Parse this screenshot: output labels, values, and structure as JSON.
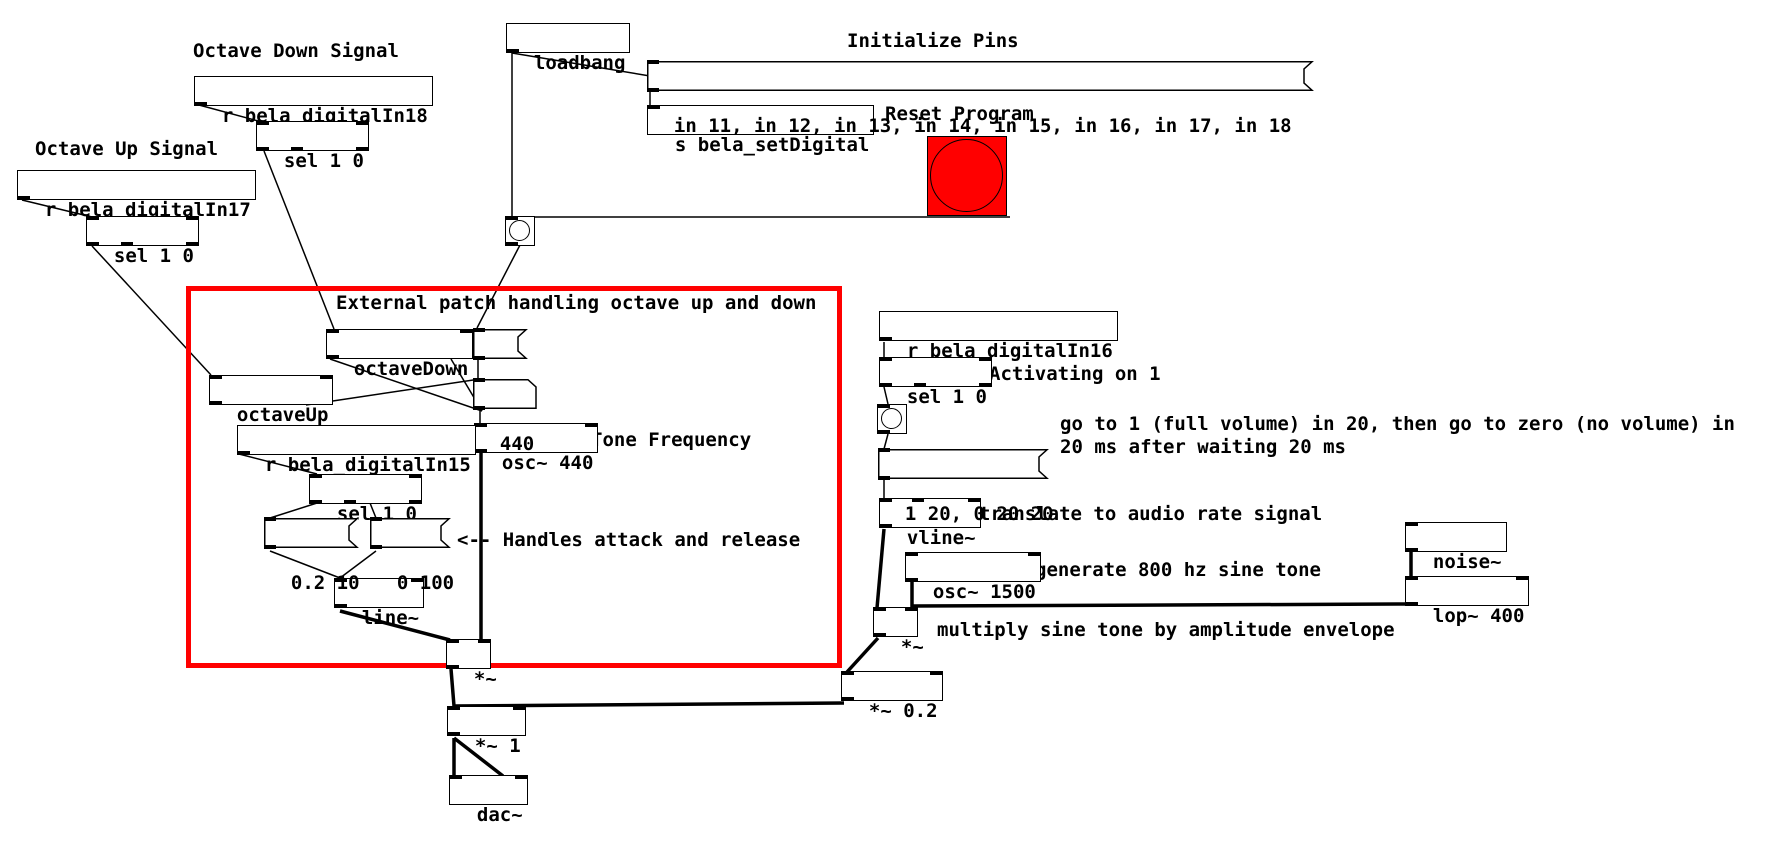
{
  "colors": {
    "highlight": "#ff0000",
    "wire": "#000000",
    "background": "#ffffff"
  },
  "comments": {
    "octave_down_signal": "Octave Down Signal",
    "octave_up_signal": "Octave Up Signal",
    "initialize_pins": "Initialize Pins",
    "reset_program": "Reset Program",
    "external_patch": "External patch handling octave up and down",
    "tone_frequency": "Tone Frequency",
    "handles_attack": "<-- Handles attack and release",
    "activating_on_1": "Activating on 1",
    "go_to_1_line1": "go to 1 (full volume) in 20, then go to zero (no volume) in",
    "go_to_1_line2": "20 ms after waiting 20 ms",
    "translate": "translate to audio rate signal",
    "generate": "generate 800 hz sine tone",
    "multiply": "multiply sine tone by amplitude envelope"
  },
  "objects": {
    "loadbang": "loadbang",
    "r_digital18": "r bela_digitalIn18",
    "sel_18": "sel 1 0",
    "r_digital17": "r bela_digitalIn17",
    "sel_17": "sel 1 0",
    "s_setdigital": "s bela_setDigital",
    "octave_down": "octaveDown",
    "octave_up": "octaveUp",
    "osc_440": "osc~ 440",
    "r_digital15": "r bela_digitalIn15",
    "sel_15": "sel 1 0",
    "line_tilde": "line~",
    "mult_inner": "*~",
    "mult_one": "*~ 1",
    "dac": "dac~",
    "r_digital16": "r bela_digitalIn16",
    "sel_16": "sel 1 0",
    "vline": "vline~",
    "osc_1500": "osc~ 1500",
    "mult_env": "*~",
    "mult_02": "*~ 0.2",
    "noise": "noise~",
    "lop": "lop~ 400"
  },
  "messages": {
    "init_pins": "in 11, in 12, in 13, in 14, in 15, in 16, in 17, in 18",
    "freq_440": "440",
    "attack": "0.2 10",
    "release": "0 100",
    "envelope": "1 20, 0 20 20"
  },
  "atoms": {
    "freq_atom": "440"
  }
}
